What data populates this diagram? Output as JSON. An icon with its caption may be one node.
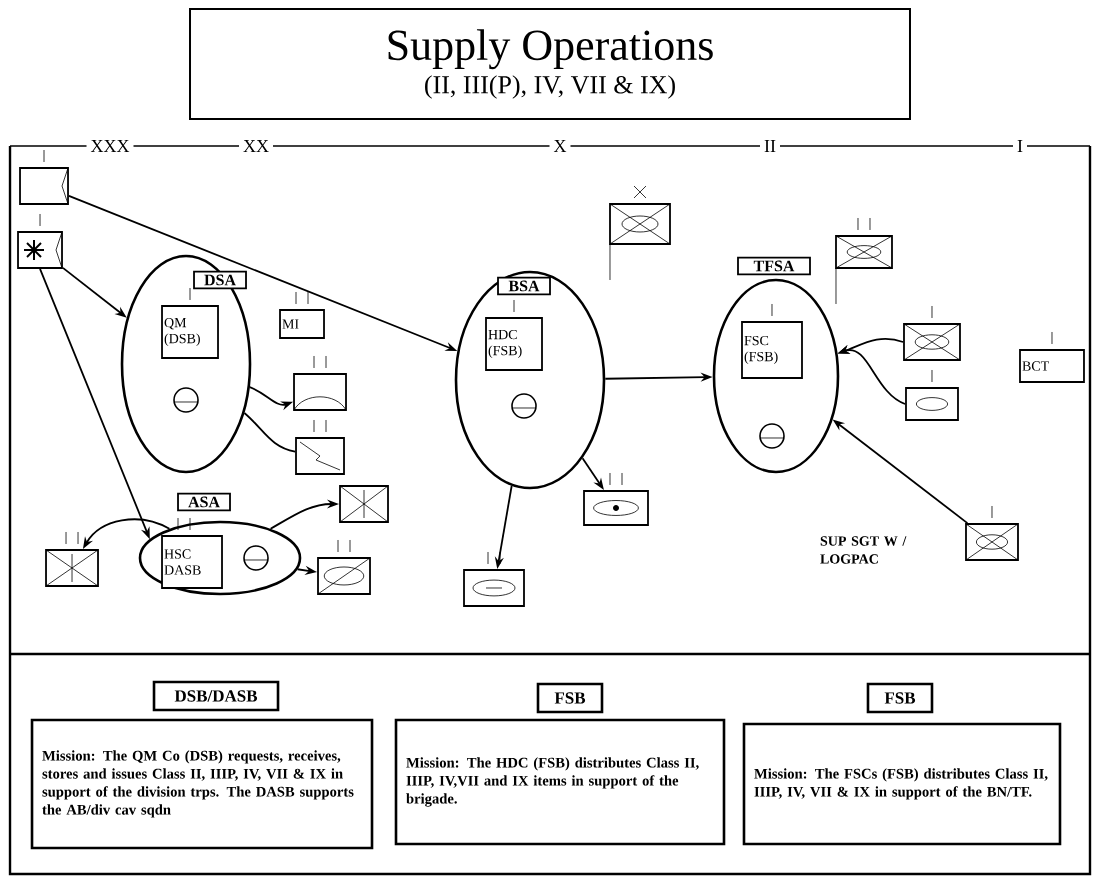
{
  "diagram": {
    "title": "Supply Operations",
    "nodes": [
      {
        "text": [
          "(II, III(P), IV, VII & IX)"
        ]
      },
      {
        "text": [],
        "shape": "box"
      },
      {
        "text": [],
        "shape": "box"
      },
      {
        "text": [
          "DSA"
        ]
      },
      {
        "text": [
          "QM (DSB)"
        ],
        "in": 3
      },
      {
        "text": [
          "MI"
        ]
      },
      {
        "text": [],
        "shape": "box"
      },
      {
        "text": [],
        "shape": "box"
      },
      {
        "text": [
          "ASA"
        ]
      },
      {
        "text": [
          "HSC DASB"
        ],
        "in": 8
      },
      {
        "text": [],
        "shape": "box"
      },
      {
        "text": [],
        "shape": "box"
      },
      {
        "text": [],
        "shape": "box"
      },
      {
        "text": [
          "BSA"
        ]
      },
      {
        "text": [
          "HDC (FSB)"
        ],
        "in": 13
      },
      {
        "text": [],
        "shape": "box"
      },
      {
        "text": [
          "TFSA"
        ]
      },
      {
        "text": [
          "FSC (FSB)"
        ],
        "in": 16
      },
      {
        "text": [],
        "shape": "box"
      },
      {
        "text": [],
        "shape": "box"
      },
      {
        "text": [],
        "shape": "box"
      },
      {
        "text": [
          "BCT"
        ]
      },
      {
        "text": [],
        "shape": "box"
      },
      {
        "text": [],
        "shape": "box"
      },
      {
        "text": [],
        "shape": "box"
      },
      {
        "text": [
          "DSB/DASB"
        ]
      },
      {
        "text": [
          "Mission: The QM Co (DSB) requests, receives, stores and issues Class II, IIIP, IV, VII & IX in support of the division trps. The DASB supports the AB/div cav sqdn"
        ]
      },
      {
        "text": [
          "FSB"
        ]
      },
      {
        "text": [
          "Mission:  The HDC (FSB) distributes Class II, IIIP, IV,VII and IX items in support of the brigade."
        ]
      },
      {
        "text": [
          "FSB"
        ]
      },
      {
        "text": [
          "Mission:  The FSCs (FSB) distributes Class II, IIIP, IV, VII & IX in support of the BN/TF."
        ]
      }
    ],
    "edges": [
      {
        "from": 1,
        "to": 13,
        "arrow": "to"
      },
      {
        "from": 2,
        "to": 3,
        "arrow": "to"
      },
      {
        "from": 2,
        "to": 8,
        "arrow": "to"
      },
      {
        "from": 3,
        "to": 6,
        "arrow": "to"
      },
      {
        "from": 3,
        "to": 7,
        "arrow": "none"
      },
      {
        "from": 8,
        "to": 10,
        "arrow": "to"
      },
      {
        "from": 8,
        "to": 11,
        "arrow": "to"
      },
      {
        "from": 8,
        "to": 12,
        "arrow": "to"
      },
      {
        "from": 13,
        "to": 16,
        "arrow": "to"
      },
      {
        "from": 13,
        "to": 23,
        "arrow": "to"
      },
      {
        "from": 13,
        "to": 24,
        "arrow": "to"
      },
      {
        "from": 19,
        "to": 16,
        "arrow": "to"
      },
      {
        "from": 20,
        "to": 16,
        "arrow": "to"
      },
      {
        "from": 22,
        "to": 16,
        "arrow": "to"
      }
    ],
    "labels": [
      "XXX",
      "XX",
      "X",
      "II",
      "I",
      "SUP SGT W / LOGPAC"
    ]
  }
}
